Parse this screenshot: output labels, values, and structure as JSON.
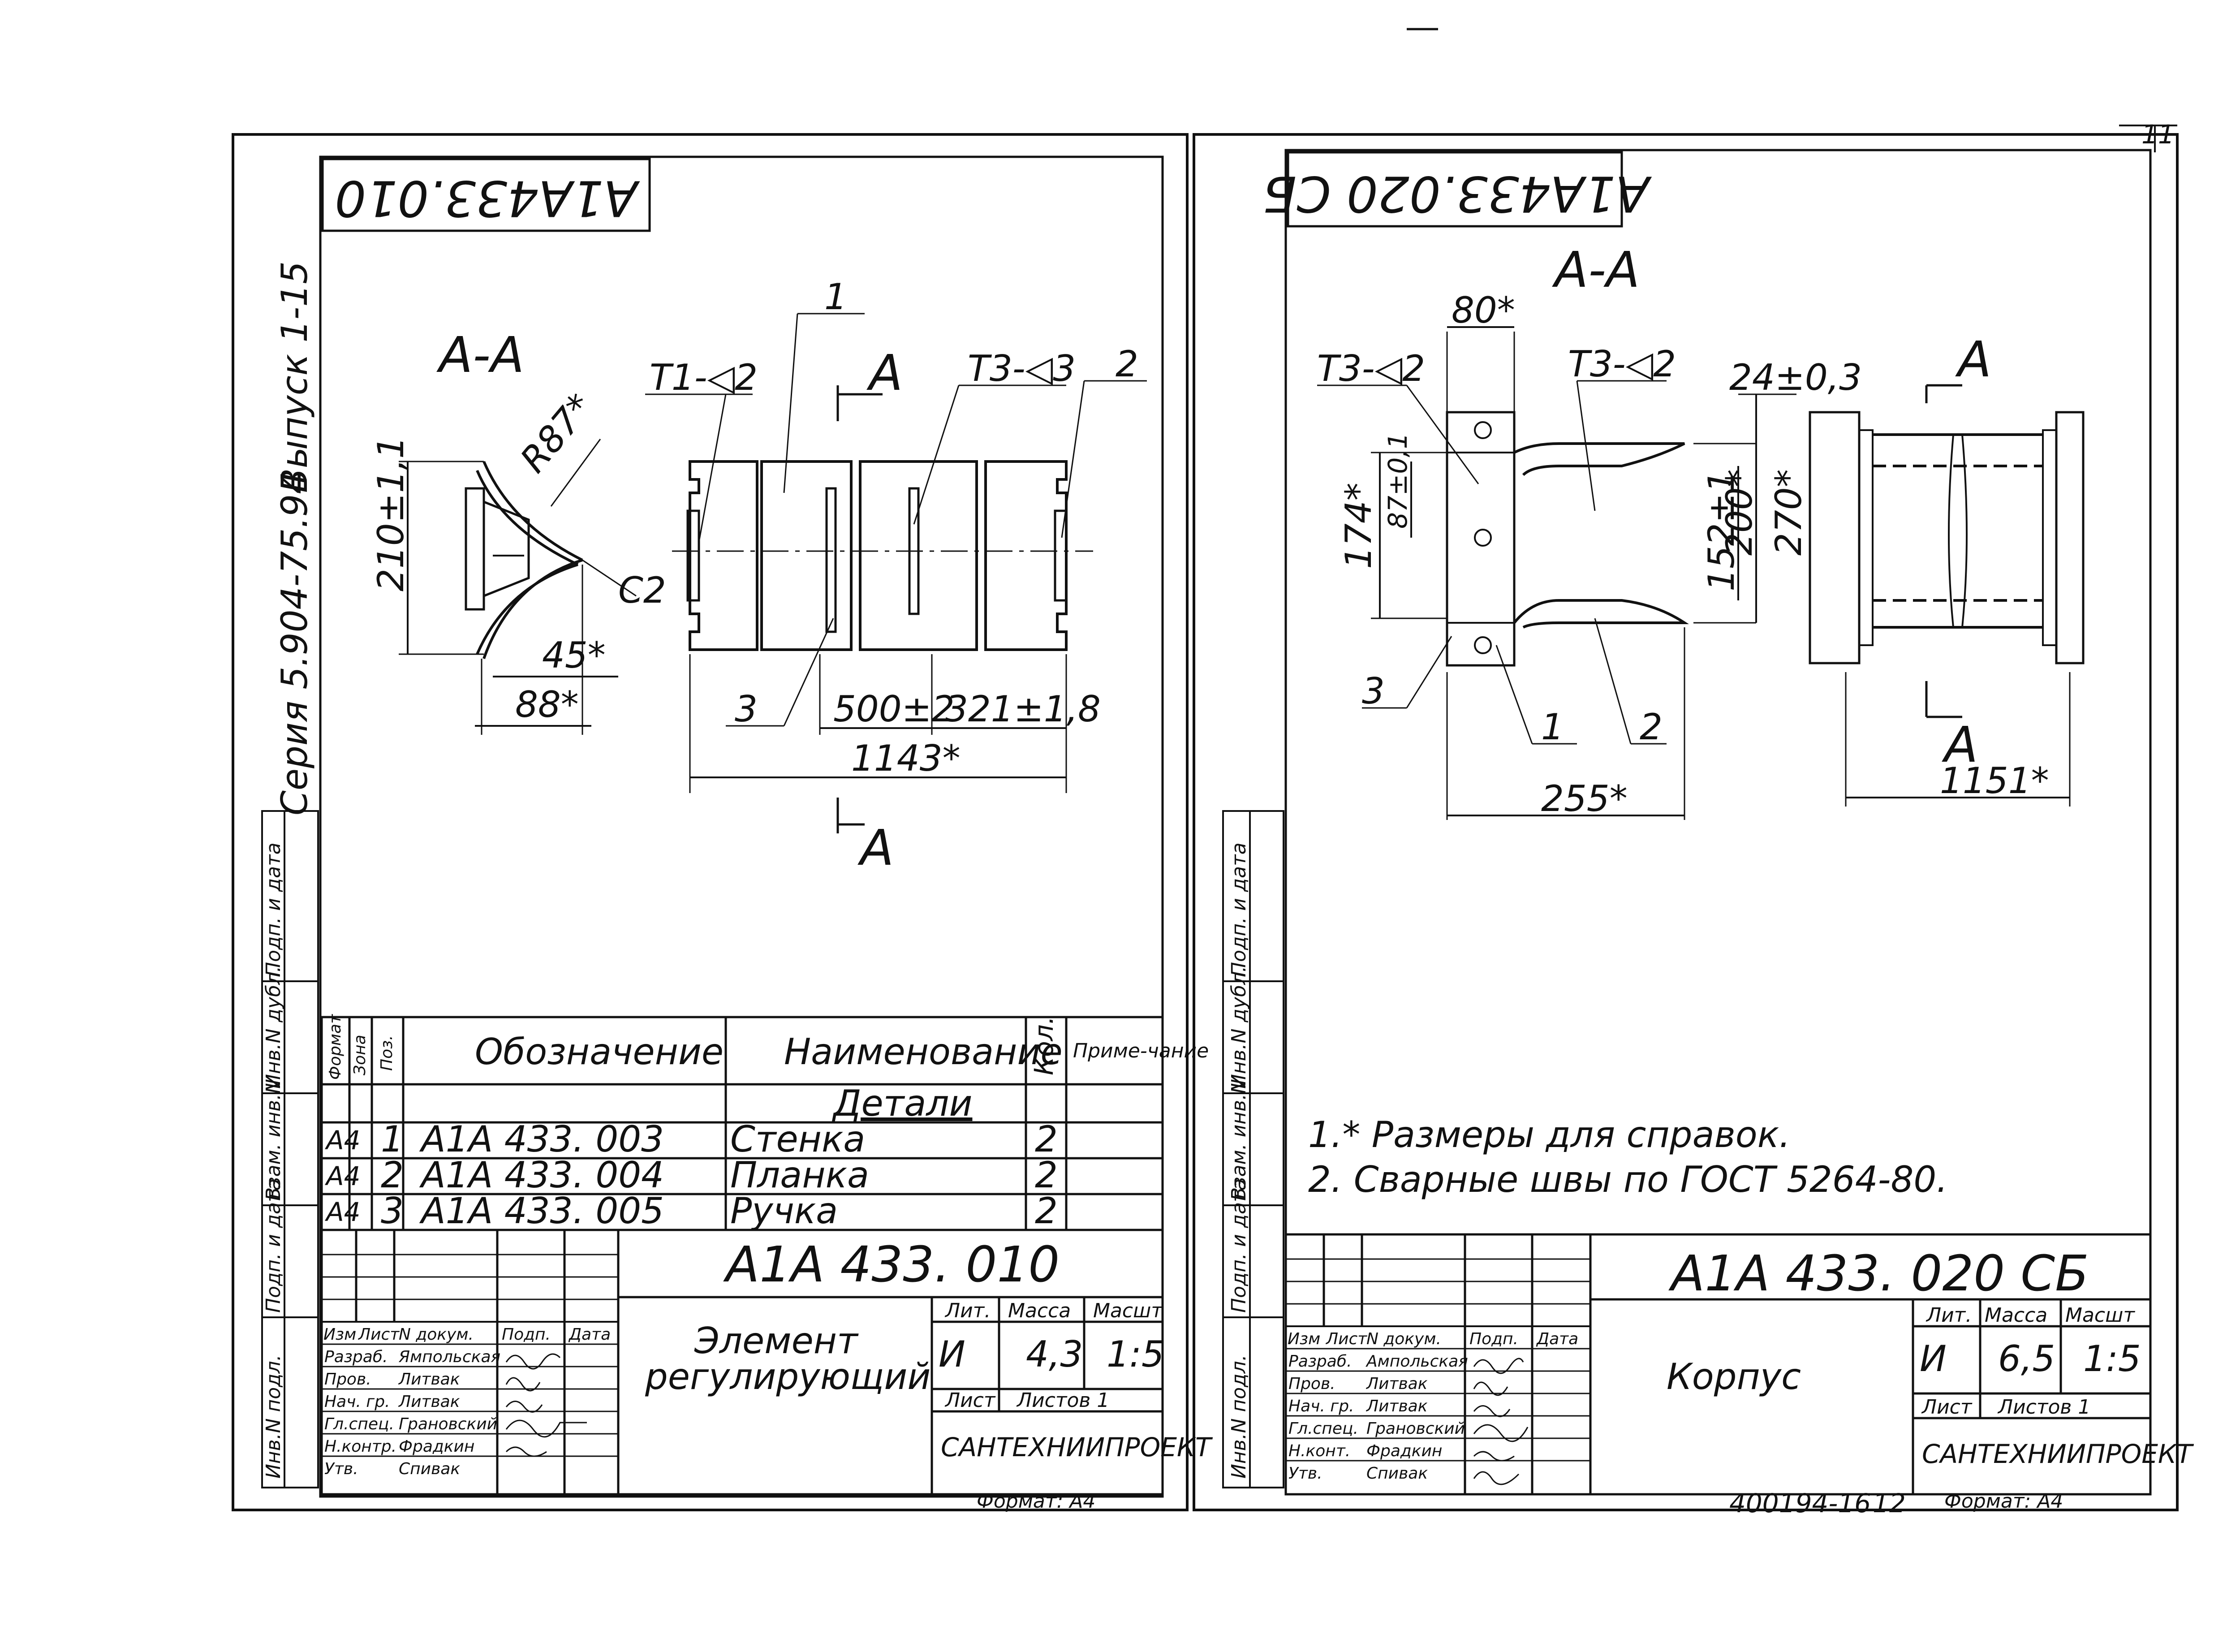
{
  "page": {
    "top_mark": "11",
    "bottom_code": "400194-16",
    "bottom_page": "12"
  },
  "left_sheet": {
    "header_code": "А1А433.010",
    "section_title": "А-А",
    "series": "Серия 5.904-75.94",
    "issue": "Выпуск 1-15",
    "section_marks": [
      "А",
      "А"
    ],
    "callouts": [
      "1",
      "2",
      "3"
    ],
    "weld_marks": [
      "Т1-◁2",
      "Т3-◁3"
    ],
    "dims": [
      "R87*",
      "210±1,1",
      "C2",
      "45*",
      "88*",
      "500±2",
      "321±1,8",
      "1143*"
    ],
    "spec": {
      "headers": [
        "Формат",
        "Зона",
        "Поз.",
        "Обозначение",
        "Наименование",
        "Кол.",
        "Приме-чание"
      ],
      "group": "Детали",
      "rows": [
        {
          "fmt": "А4",
          "pos": "1",
          "code": "А1А 433. 003",
          "name": "Стенка",
          "qty": "2"
        },
        {
          "fmt": "А4",
          "pos": "2",
          "code": "А1А 433. 004",
          "name": "Планка",
          "qty": "2"
        },
        {
          "fmt": "А4",
          "pos": "3",
          "code": "А1А 433. 005",
          "name": "Ручка",
          "qty": "2"
        }
      ]
    },
    "title_block": {
      "designation": "А1А 433. 010",
      "name_line1": "Элемент",
      "name_line2": "регулирующий",
      "hdr_lit": "Лит.",
      "hdr_mass": "Масса",
      "hdr_scale": "Масшт",
      "lit": "И",
      "mass": "4,3",
      "scale": "1:5",
      "sheet": "Лист",
      "sheets": "Листов 1",
      "org": "САНТЕХНИИПРОЕКТ",
      "col_headers": [
        "Изм",
        "Лист",
        "N докум.",
        "Подп.",
        "Дата"
      ],
      "people": [
        {
          "role": "Разраб.",
          "name": "Ямпольская"
        },
        {
          "role": "Пров.",
          "name": "Литвак"
        },
        {
          "role": "Нач. гр.",
          "name": "Литвак"
        },
        {
          "role": "Гл.спец.",
          "name": "Грановский"
        },
        {
          "role": "Н.контр.",
          "name": "Фрадкин"
        },
        {
          "role": "Утв.",
          "name": "Спивак"
        }
      ],
      "format": "Формат: А4"
    },
    "side_labels": [
      "Подп. и дата",
      "Инв.N дубл.",
      "Взам. инв.N",
      "Подп. и дата",
      "Инв.N подл."
    ]
  },
  "right_sheet": {
    "header_code": "А1А433.020 СБ",
    "section_title": "А-А",
    "section_marks": [
      "А",
      "А"
    ],
    "callouts": [
      "1",
      "2",
      "3"
    ],
    "weld_marks": [
      "Т3-◁2",
      "Т3-◁2"
    ],
    "dims": [
      "80*",
      "24±0,3",
      "174*",
      "87±0,1",
      "152±1",
      "200*",
      "270*",
      "255*",
      "1151*"
    ],
    "notes": [
      "1.* Размеры для справок.",
      "2. Сварные швы по ГОСТ 5264-80."
    ],
    "title_block": {
      "designation": "А1А 433. 020 СБ",
      "name": "Корпус",
      "hdr_lit": "Лит.",
      "hdr_mass": "Масса",
      "hdr_scale": "Масшт",
      "lit": "И",
      "mass": "6,5",
      "scale": "1:5",
      "sheet": "Лист",
      "sheets": "Листов 1",
      "org": "САНТЕХНИИПРОЕКТ",
      "col_headers": [
        "Изм",
        "Лист",
        "N докум.",
        "Подп.",
        "Дата"
      ],
      "people": [
        {
          "role": "Разраб.",
          "name": "Ампольская"
        },
        {
          "role": "Пров.",
          "name": "Литвак"
        },
        {
          "role": "Нач. гр.",
          "name": "Литвак"
        },
        {
          "role": "Гл.спец.",
          "name": "Грановский"
        },
        {
          "role": "Н.конт.",
          "name": "Фрадкин"
        },
        {
          "role": "Утв.",
          "name": "Спивак"
        }
      ],
      "format": "Формат: А4"
    },
    "side_labels": [
      "Подп. и дата",
      "Инв.N дубл.",
      "Взам. инв.N",
      "Подп. и дата",
      "Инв.N подл."
    ]
  }
}
